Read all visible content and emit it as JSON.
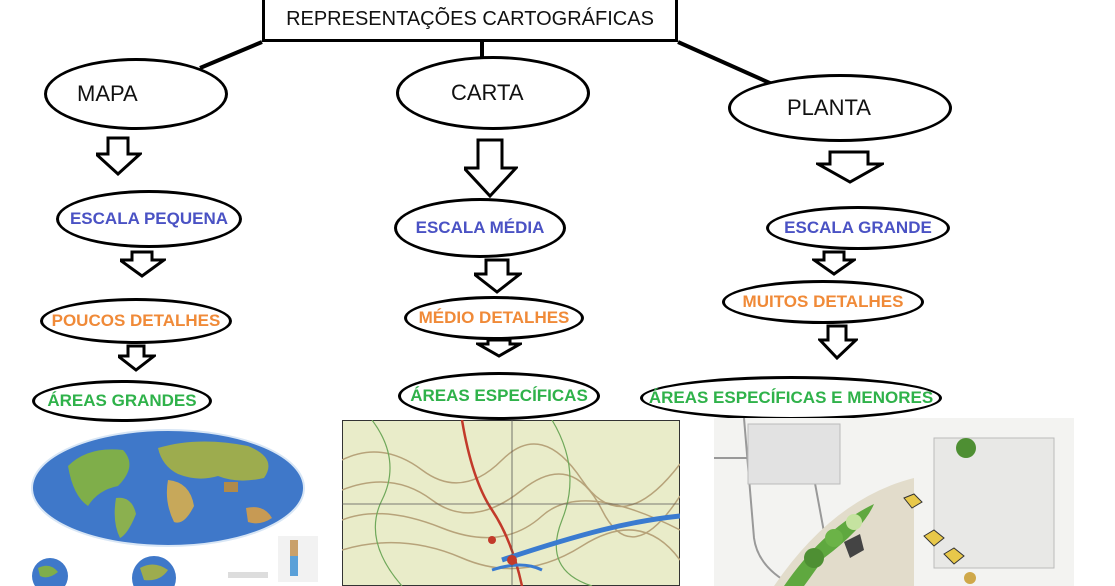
{
  "title": "REPRESENTAÇÕES CARTOGRÁFICAS",
  "columns": [
    {
      "name": "MAPA",
      "scale": "ESCALA PEQUENA",
      "detail": "POUCOS DETALHES",
      "area": "ÁREAS GRANDES",
      "image": "world-map-image"
    },
    {
      "name": "CARTA",
      "scale": "ESCALA MÉDIA",
      "detail": "MÉDIO DETALHES",
      "area": "ÁREAS ESPECÍFICAS",
      "image": "topographic-chart-image"
    },
    {
      "name": "PLANTA",
      "scale": "ESCALA GRANDE",
      "detail": "MUITOS DETALHES",
      "area": "ÁREAS ESPECÍFICAS E MENORES",
      "image": "site-plan-image"
    }
  ],
  "colors": {
    "scale_text": "#4a52c4",
    "detail_text": "#f08a38",
    "area_text": "#2fb24a"
  }
}
